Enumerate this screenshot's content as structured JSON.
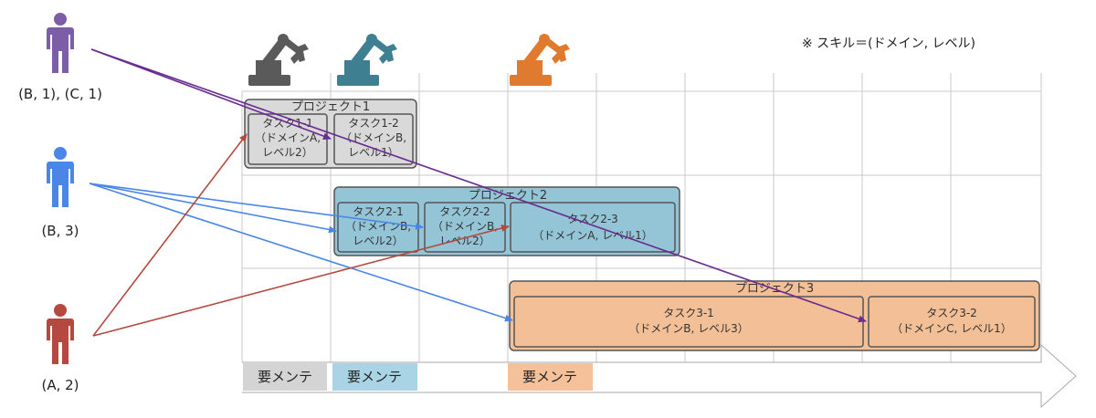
{
  "skill_note": "※ スキル＝(ドメイン, レベル)",
  "people": [
    {
      "label": "(B, 1), (C, 1)",
      "color": "#7B5EA7"
    },
    {
      "label": "(B, 3)",
      "color": "#4A86E8"
    },
    {
      "label": "(A, 2)",
      "color": "#B5483F"
    }
  ],
  "robots": [
    {
      "color": "#5a5a5a"
    },
    {
      "color": "#3e7f91"
    },
    {
      "color": "#e07a2e"
    }
  ],
  "projects": [
    {
      "title": "プロジェクト1",
      "fill": "#d9d9d9",
      "tasks": [
        {
          "lines": [
            "タスク1-1",
            "（ドメインA,",
            "レベル2）"
          ]
        },
        {
          "lines": [
            "タスク1-2",
            "（ドメインB,",
            "レベル1）"
          ]
        }
      ]
    },
    {
      "title": "プロジェクト2",
      "fill": "#93c5d6",
      "tasks": [
        {
          "lines": [
            "タスク2-1",
            "（ドメインB,",
            "レベル2）"
          ]
        },
        {
          "lines": [
            "タスク2-2",
            "（ドメインB,",
            "レベル2）"
          ]
        },
        {
          "lines": [
            "タスク2-3",
            "（ドメインA, レベル1）"
          ]
        }
      ]
    },
    {
      "title": "プロジェクト3",
      "fill": "#f2bf96",
      "tasks": [
        {
          "lines": [
            "タスク3-1",
            "（ドメインB, レベル3）"
          ]
        },
        {
          "lines": [
            "タスク3-2",
            "（ドメインC, レベル1）"
          ]
        }
      ]
    }
  ],
  "maintenance": [
    {
      "label": "要メンテ",
      "fill": "#d4d4d4"
    },
    {
      "label": "要メンテ",
      "fill": "#a8d4e6"
    },
    {
      "label": "要メンテ",
      "fill": "#f5c19b"
    }
  ]
}
